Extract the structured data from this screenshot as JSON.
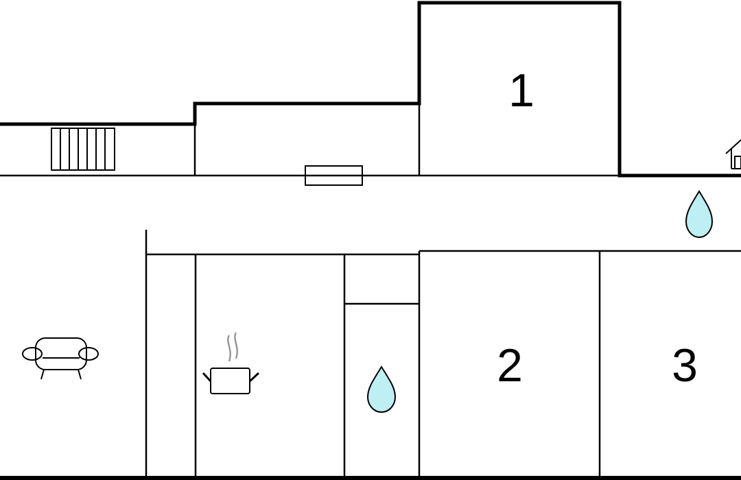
{
  "floorplan": {
    "rooms": [
      {
        "id": "bedroom-1",
        "label": "1"
      },
      {
        "id": "bedroom-2",
        "label": "2"
      },
      {
        "id": "bedroom-3",
        "label": "3"
      }
    ],
    "icons": {
      "living": "sofa-icon",
      "kitchen": "cooking-pot-icon",
      "bathroom": "water-drop-icon",
      "bathroom_2": "water-drop-icon",
      "exterior": "house-icon",
      "radiator": "radiator-icon"
    },
    "colors": {
      "walls": "#000000",
      "water": "#bdeff3",
      "steam": "#999999"
    }
  }
}
